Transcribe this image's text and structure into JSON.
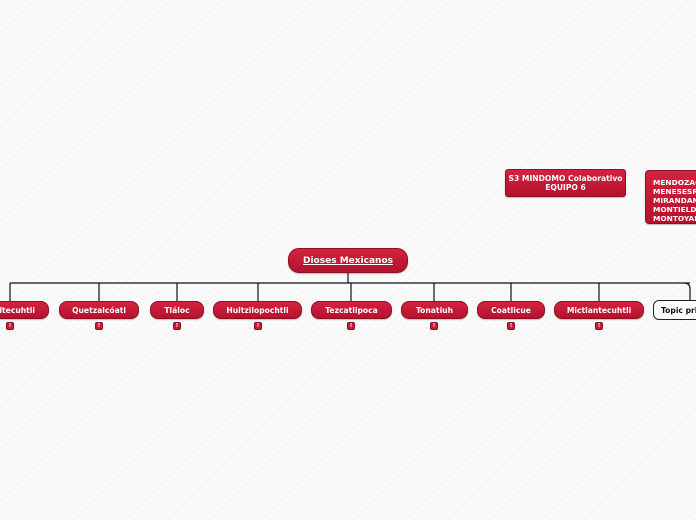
{
  "central": {
    "label": "Dioses Mexicanos"
  },
  "children": [
    {
      "label": "Tlaltecuhtli",
      "badge": "!"
    },
    {
      "label": "Quetzalcóatl",
      "badge": "!"
    },
    {
      "label": "Tláloc",
      "badge": "!"
    },
    {
      "label": "Huitzilopochtli",
      "badge": "!"
    },
    {
      "label": "Tezcatlipoca",
      "badge": "!"
    },
    {
      "label": "Tonatiuh",
      "badge": "!"
    },
    {
      "label": "Coatlicue",
      "badge": "!"
    },
    {
      "label": "Mictlantecuhtli",
      "badge": "!"
    }
  ],
  "topic_principal": {
    "label": "Topic principal"
  },
  "floating": {
    "title_line1": "S3 MINDOMO Colaborativo",
    "title_line2": "EQUIPO 6"
  },
  "members": [
    "MENDOZAG",
    "MENESESR",
    "MIRANDAM",
    "MONTIELD",
    "MONTOYAR"
  ],
  "colors": {
    "node": "#c81a38",
    "connector": "#111111",
    "background": "#fafafa"
  }
}
